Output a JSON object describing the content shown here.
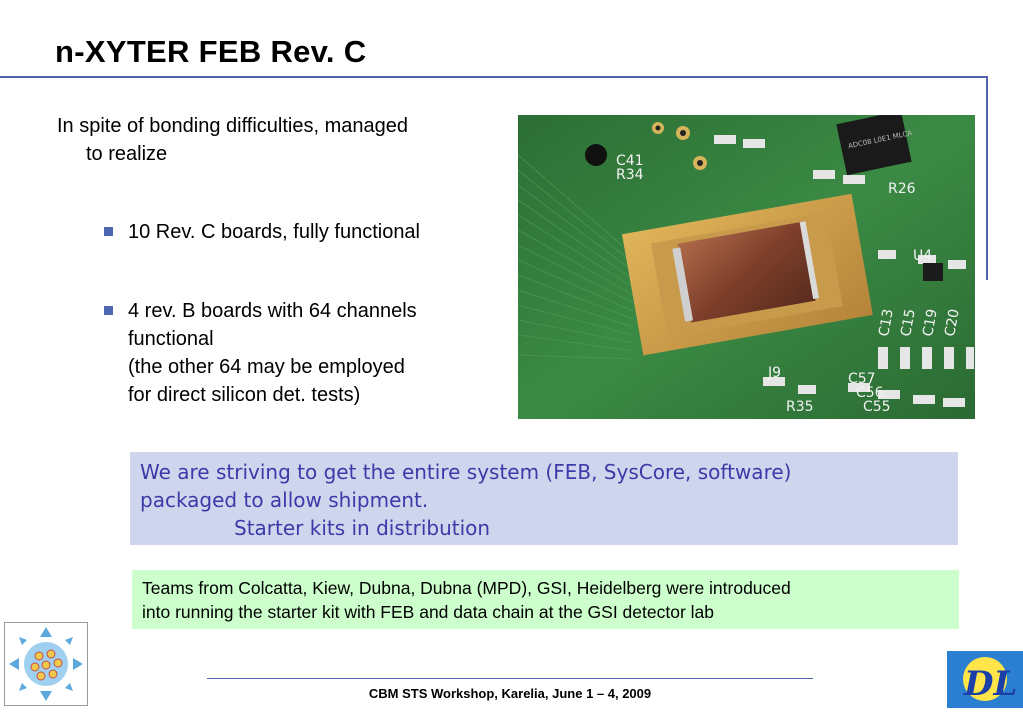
{
  "slide": {
    "title": "n-XYTER FEB Rev. C",
    "intro_line1": "In spite of bonding difficulties, managed",
    "intro_line2": "to realize",
    "bullets": [
      {
        "lines": [
          "10 Rev. C boards, fully functional"
        ]
      },
      {
        "lines": [
          "4 rev. B boards with 64 channels",
          "functional",
          "(the other 64 may be employed",
          "for direct silicon det. tests)"
        ]
      }
    ],
    "note_blue": {
      "line1": "We are striving to get the entire system (FEB, SysCore, software)",
      "line2": "packaged to allow shipment.",
      "line3": "Starter kits in distribution"
    },
    "note_green": {
      "line1": "Teams from Colcatta, Kiew, Dubna, Dubna (MPD), GSI, Heidelberg were introduced",
      "line2": "into running the starter kit with FEB and data chain at the GSI detector lab"
    },
    "footer": "CBM STS Workshop, Karelia, June 1 – 4, 2009",
    "photo_labels": {
      "c41": "C41",
      "r34": "R34",
      "u4": "U4",
      "j9": "J9",
      "r35": "R35",
      "c57": "C57",
      "c56": "C56",
      "c55": "C55",
      "r26": "R26",
      "c13": "C13",
      "c15": "C15",
      "c19": "C19",
      "c20": "C20",
      "chip_marking": "ADC08 L0E1 MLCA"
    },
    "logo_right_text": "DL"
  },
  "colors": {
    "rule": "#5563a8",
    "bullet": "#4f66b5",
    "blue_box_bg": "#d0d5ee",
    "blue_box_text": "#3a3aa8",
    "green_box_bg": "#ccffcc",
    "pcb": "#2f7a3a"
  }
}
